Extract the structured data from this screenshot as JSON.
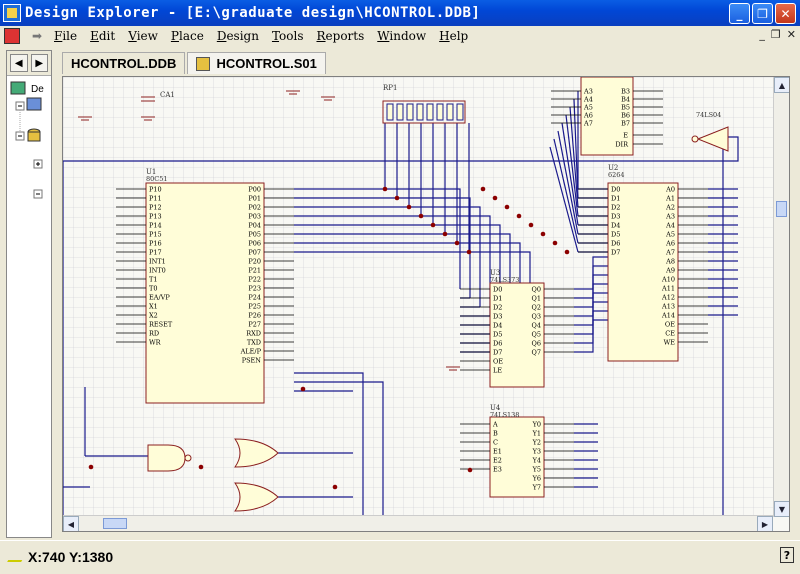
{
  "window": {
    "title": "Design Explorer - [E:\\graduate design\\HCONTROL.DDB]"
  },
  "menu": [
    "File",
    "Edit",
    "View",
    "Place",
    "Design",
    "Tools",
    "Reports",
    "Window",
    "Help"
  ],
  "tree": {
    "root_label": "De"
  },
  "tabs": [
    "HCONTROL.DDB",
    "HCONTROL.S01"
  ],
  "status": {
    "coords": "X:740 Y:1380"
  },
  "schematic": {
    "u1": {
      "ref": "U1",
      "part": "80C51",
      "left_pins": [
        "P10",
        "P11",
        "P12",
        "P13",
        "P14",
        "P15",
        "P16",
        "P17",
        "INT1",
        "INT0",
        "T1",
        "T0",
        "EA/VP",
        "X1",
        "X2",
        "RESET",
        "RD",
        "WR"
      ],
      "right_pins": [
        "P00",
        "P01",
        "P02",
        "P03",
        "P04",
        "P05",
        "P06",
        "P07",
        "P20",
        "P21",
        "P22",
        "P23",
        "P24",
        "P25",
        "P26",
        "P27",
        "RXD",
        "TXD",
        "ALE/P",
        "PSEN"
      ]
    },
    "u3": {
      "ref": "U3",
      "part": "74LS373",
      "left_pins": [
        "D0",
        "D1",
        "D2",
        "D3",
        "D4",
        "D5",
        "D6",
        "D7",
        "OE",
        "LE"
      ],
      "right_pins": [
        "Q0",
        "Q1",
        "Q2",
        "Q3",
        "Q4",
        "Q5",
        "Q6",
        "Q7"
      ]
    },
    "u4": {
      "ref": "U4",
      "part": "74LS138",
      "left_pins": [
        "A",
        "B",
        "C",
        "E1",
        "E2",
        "E3"
      ],
      "right_pins": [
        "Y0",
        "Y1",
        "Y2",
        "Y3",
        "Y4",
        "Y5",
        "Y6",
        "Y7"
      ]
    },
    "u2": {
      "ref": "U2",
      "part": "6264",
      "left_pins": [
        "D0",
        "D1",
        "D2",
        "D3",
        "D4",
        "D5",
        "D6",
        "D7"
      ],
      "right_pins": [
        "A0",
        "A1",
        "A2",
        "A3",
        "A4",
        "A5",
        "A6",
        "A7",
        "A8",
        "A9",
        "A10",
        "A11",
        "A12",
        "A13",
        "A14",
        "OE",
        "CE",
        "WE"
      ]
    },
    "buf": {
      "left_pins": [
        "A3",
        "A4",
        "A5",
        "A6",
        "A7"
      ],
      "right_pins": [
        "B3",
        "B4",
        "B5",
        "B6",
        "B7"
      ],
      "side_pins": [
        "E",
        "DIR"
      ]
    },
    "inverter": {
      "part": "74LS04"
    },
    "rp": {
      "ref": "RP1"
    },
    "cap": {
      "ref": "CA1"
    }
  }
}
